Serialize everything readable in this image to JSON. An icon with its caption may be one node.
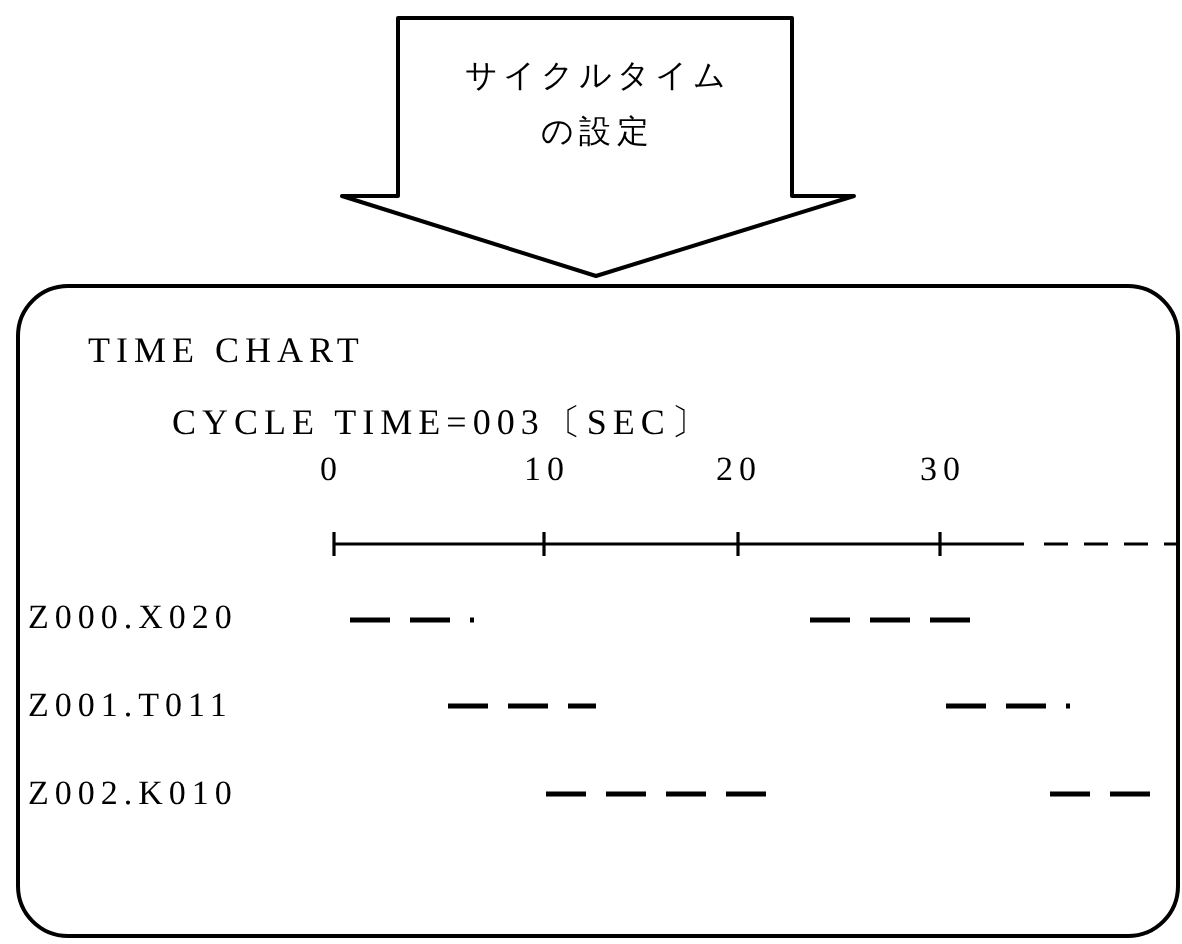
{
  "diagram": {
    "nodes": [
      {
        "text": [
          "サイクルタイムの設定"
        ]
      },
      {
        "text": [
          "TIME CHART",
          "CYCLE TIME=003〔SEC〕"
        ]
      }
    ],
    "labels": [
      "0",
      "10",
      "20",
      "30",
      "Z000.X020",
      "Z001.T011",
      "Z002.K010"
    ]
  }
}
